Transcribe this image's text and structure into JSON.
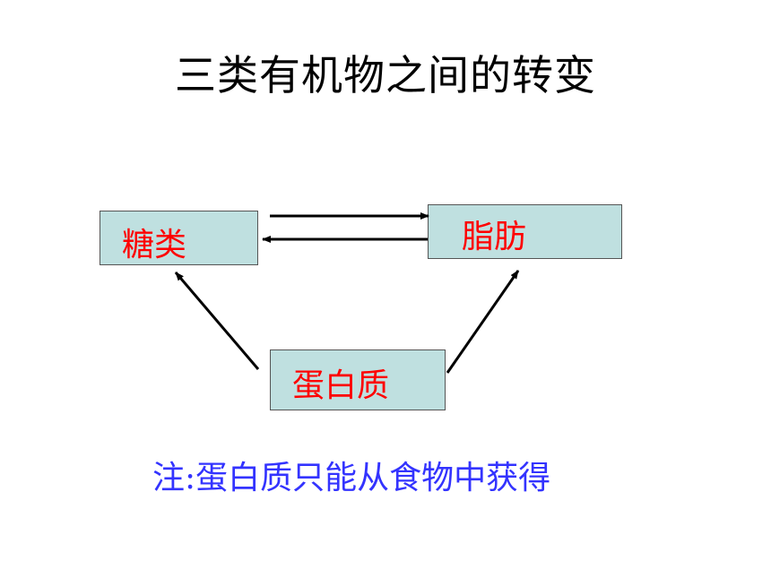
{
  "title": "三类有机物之间的转变",
  "nodes": {
    "sugar": "糖类",
    "fat": "脂肪",
    "protein": "蛋白质"
  },
  "edges": [
    {
      "from": "糖类",
      "to": "脂肪"
    },
    {
      "from": "脂肪",
      "to": "糖类"
    },
    {
      "from": "蛋白质",
      "to": "糖类"
    },
    {
      "from": "蛋白质",
      "to": "脂肪"
    }
  ],
  "note": "注:蛋白质只能从食物中获得",
  "colors": {
    "node_fill": "#bfe0e0",
    "node_text": "#ff0000",
    "note_text": "#3333ff",
    "title_text": "#000000"
  }
}
